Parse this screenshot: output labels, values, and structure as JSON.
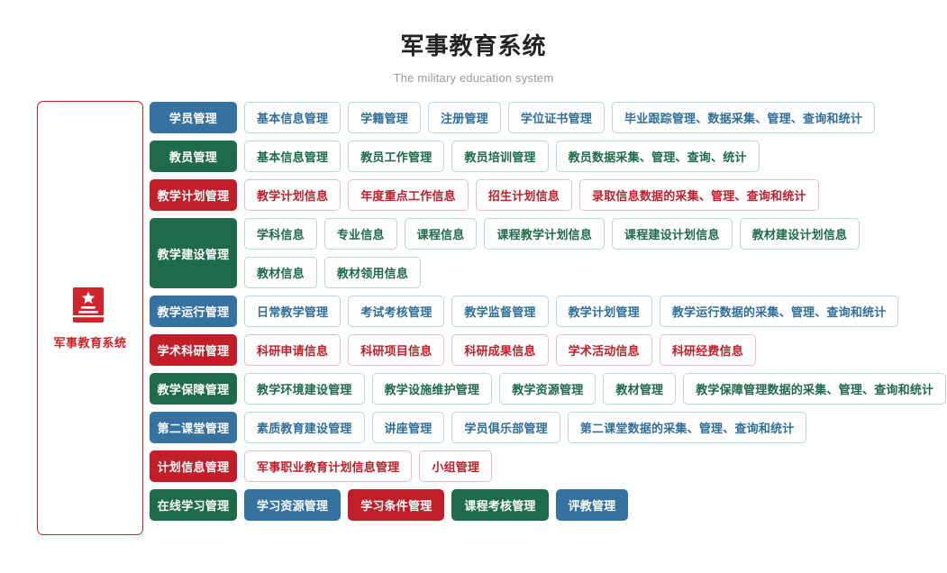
{
  "header": {
    "title": "军事教育系统",
    "subtitle": "The military education system"
  },
  "sidebar": {
    "logo_icon": "book-star-icon",
    "label": "军事教育系统",
    "accent_color": "#d0232b"
  },
  "palette": {
    "blue": "#36729f",
    "green": "#1e6b4b",
    "red": "#c01f2a",
    "blue_border": "#b9d4e6",
    "green_border": "#bcd8cb",
    "red_border": "#f0bcc0"
  },
  "rows": [
    {
      "category": "学员管理",
      "color": "blue",
      "lines": [
        [
          {
            "label": "基本信息管理",
            "style": "outline"
          },
          {
            "label": "学籍管理",
            "style": "outline"
          },
          {
            "label": "注册管理",
            "style": "outline"
          },
          {
            "label": "学位证书管理",
            "style": "outline"
          },
          {
            "label": "毕业跟踪管理、数据采集、管理、查询和统计",
            "style": "outline"
          }
        ]
      ]
    },
    {
      "category": "教员管理",
      "color": "green",
      "lines": [
        [
          {
            "label": "基本信息管理",
            "style": "outline"
          },
          {
            "label": "教员工作管理",
            "style": "outline"
          },
          {
            "label": "教员培训管理",
            "style": "outline"
          },
          {
            "label": "教员数据采集、管理、查询、统计",
            "style": "outline"
          }
        ]
      ]
    },
    {
      "category": "教学计划管理",
      "color": "red",
      "lines": [
        [
          {
            "label": "教学计划信息",
            "style": "outline"
          },
          {
            "label": "年度重点工作信息",
            "style": "outline"
          },
          {
            "label": "招生计划信息",
            "style": "outline"
          },
          {
            "label": "录取信息数据的采集、管理、查询和统计",
            "style": "outline"
          }
        ]
      ]
    },
    {
      "category": "教学建设管理",
      "color": "green",
      "lines": [
        [
          {
            "label": "学科信息",
            "style": "outline"
          },
          {
            "label": "专业信息",
            "style": "outline"
          },
          {
            "label": "课程信息",
            "style": "outline"
          },
          {
            "label": "课程教学计划信息",
            "style": "outline"
          },
          {
            "label": "课程建设计划信息",
            "style": "outline"
          },
          {
            "label": "教材建设计划信息",
            "style": "outline"
          }
        ],
        [
          {
            "label": "教材信息",
            "style": "outline"
          },
          {
            "label": "教材领用信息",
            "style": "outline"
          }
        ]
      ]
    },
    {
      "category": "教学运行管理",
      "color": "blue",
      "lines": [
        [
          {
            "label": "日常教学管理",
            "style": "outline"
          },
          {
            "label": "考试考核管理",
            "style": "outline"
          },
          {
            "label": "教学监督管理",
            "style": "outline"
          },
          {
            "label": "教学计划管理",
            "style": "outline"
          },
          {
            "label": "教学运行数据的采集、管理、查询和统计",
            "style": "outline"
          }
        ]
      ]
    },
    {
      "category": "学术科研管理",
      "color": "red",
      "lines": [
        [
          {
            "label": "科研申请信息",
            "style": "outline"
          },
          {
            "label": "科研项目信息",
            "style": "outline"
          },
          {
            "label": "科研成果信息",
            "style": "outline"
          },
          {
            "label": "学术活动信息",
            "style": "outline"
          },
          {
            "label": "科研经费信息",
            "style": "outline"
          }
        ]
      ]
    },
    {
      "category": "教学保障管理",
      "color": "green",
      "lines": [
        [
          {
            "label": "教学环境建设管理",
            "style": "outline"
          },
          {
            "label": "教学设施维护管理",
            "style": "outline"
          },
          {
            "label": "教学资源管理",
            "style": "outline"
          },
          {
            "label": "教材管理",
            "style": "outline"
          },
          {
            "label": "教学保障管理数据的采集、管理、查询和统计",
            "style": "outline"
          }
        ]
      ]
    },
    {
      "category": "第二课堂管理",
      "color": "blue",
      "lines": [
        [
          {
            "label": "素质教育建设管理",
            "style": "outline"
          },
          {
            "label": "讲座管理",
            "style": "outline"
          },
          {
            "label": "学员俱乐部管理",
            "style": "outline"
          },
          {
            "label": "第二课堂数据的采集、管理、查询和统计",
            "style": "outline"
          }
        ]
      ]
    },
    {
      "category": "计划信息管理",
      "color": "red",
      "lines": [
        [
          {
            "label": "军事职业教育计划信息管理",
            "style": "outline"
          },
          {
            "label": "小组管理",
            "style": "outline"
          }
        ]
      ]
    },
    {
      "category": "在线学习管理",
      "color": "green",
      "lines": [
        [
          {
            "label": "学习资源管理",
            "style": "fill",
            "color": "blue"
          },
          {
            "label": "学习条件管理",
            "style": "fill",
            "color": "red"
          },
          {
            "label": "课程考核管理",
            "style": "fill",
            "color": "green"
          },
          {
            "label": "评教管理",
            "style": "fill",
            "color": "blue"
          }
        ]
      ]
    }
  ]
}
